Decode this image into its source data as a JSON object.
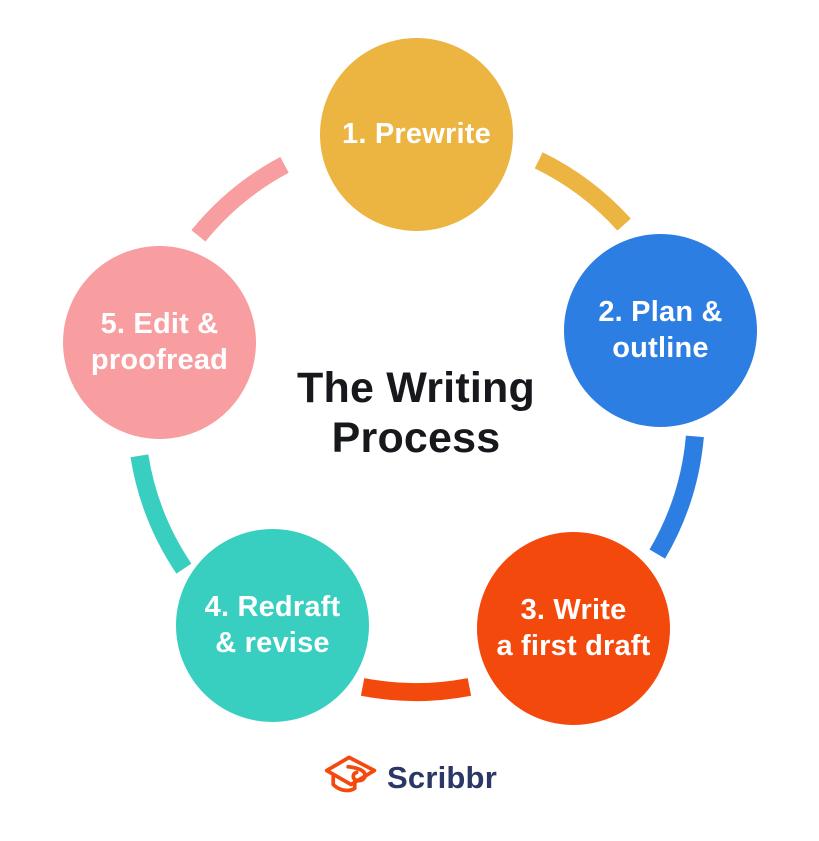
{
  "diagram": {
    "title": {
      "line1": "The Writing",
      "line2": "Process",
      "color": "#17181C"
    },
    "steps": [
      {
        "id": "prewrite",
        "lines": [
          "1. Prewrite"
        ],
        "color": "#ECB542"
      },
      {
        "id": "plan-outline",
        "lines": [
          "2. Plan &",
          "outline"
        ],
        "color": "#2C7EE2"
      },
      {
        "id": "first-draft",
        "lines": [
          "3. Write",
          "a first draft"
        ],
        "color": "#F4490D"
      },
      {
        "id": "redraft-revise",
        "lines": [
          "4. Redraft",
          "& revise"
        ],
        "color": "#38CFC0"
      },
      {
        "id": "edit-proofread",
        "lines": [
          "5. Edit &",
          "proofread"
        ],
        "color": "#F89DA0"
      }
    ],
    "text_color_on_circles": "#FFFFFF"
  },
  "footer": {
    "brand": "Scribbr",
    "brand_color": "#2B3865",
    "icon": "graduation-cap-icon",
    "icon_color": "#F4490D"
  }
}
